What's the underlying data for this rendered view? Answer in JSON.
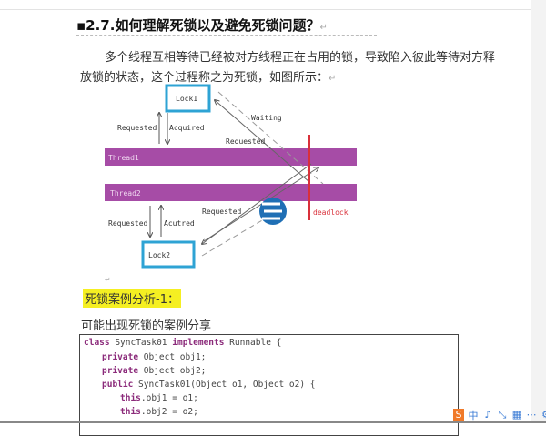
{
  "heading": "2.7.如何理解死锁以及避免死锁问题？",
  "paragraph": {
    "line1": "多个线程互相等待已经被对方线程正在占用的锁，导致陷入彼此等待对方释",
    "line2": "放锁的状态，这个过程称之为死锁，如图所示："
  },
  "diagram": {
    "lock1": "Lock1",
    "lock2": "Lock2",
    "thread1": "Thread1",
    "thread2": "Thread2",
    "lock1_requested": "Requested",
    "lock1_acquired": "Acquired",
    "waiting": "Waiting",
    "requested_cross1": "Requested",
    "requested_cross2": "Requested",
    "lock2_requested": "Requested",
    "lock2_acquired": "Acutred",
    "deadlock": "deadlock",
    "colors": {
      "lock_border": "#2ea3d4",
      "thread_bar": "#a64ca6",
      "deadlock": "#d9303a"
    }
  },
  "section_label": "死锁案例分析-1：",
  "subtitle": "可能出现死锁的案例分享",
  "code": [
    {
      "kw": "class",
      "rest": " SyncTask01 ",
      "kw2": "implements",
      "rest2": " Runnable {"
    },
    {
      "kw": "private",
      "rest": " Object obj1;",
      "kw2": "",
      "rest2": ""
    },
    {
      "kw": "private",
      "rest": " Object obj2;",
      "kw2": "",
      "rest2": ""
    },
    {
      "kw": "public",
      "rest": " SyncTask01(Object o1, Object o2) {",
      "kw2": "",
      "rest2": ""
    },
    {
      "kw": "this",
      "rest": ".obj1 = o1;",
      "kw2": "",
      "rest2": ""
    },
    {
      "kw": "this",
      "rest": ".obj2 = o2;",
      "kw2": "",
      "rest2": ""
    }
  ],
  "ime": [
    "S",
    "中",
    "♪",
    "⤡",
    "▦",
    "⋯",
    "⚙"
  ]
}
